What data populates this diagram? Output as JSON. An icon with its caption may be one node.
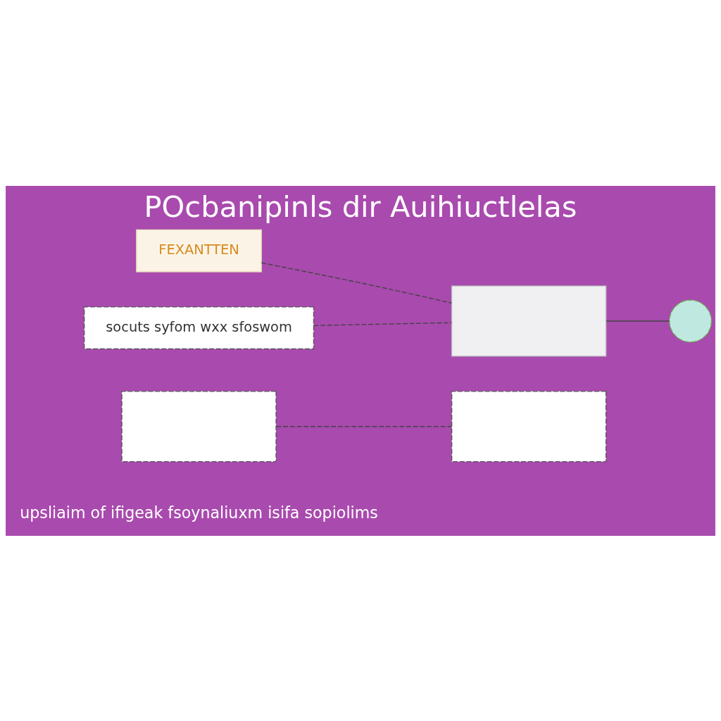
{
  "diagram": {
    "title": "POcbanipinls dir Auihiuctlelas",
    "nodes": [
      {
        "text": [],
        "shape": "box"
      },
      {
        "text": [],
        "shape": "box"
      },
      {
        "text": [
          "FEXANTTEN"
        ]
      },
      {
        "text": [
          "socuts syfom wxx sfoswom"
        ]
      },
      {
        "text": [],
        "shape": "box"
      },
      {
        "text": [],
        "shape": "circle"
      }
    ],
    "edges": [
      {
        "from": 0,
        "to": 1,
        "arrow": "none",
        "style": "dashed"
      },
      {
        "from": 2,
        "to": 4,
        "arrow": "none",
        "style": "dashed"
      },
      {
        "from": 3,
        "to": 4,
        "arrow": "none",
        "style": "dashed"
      },
      {
        "from": 4,
        "to": 5,
        "arrow": "none"
      }
    ],
    "labels": [
      "upsliaim of ifigeak fsoynaliuxm isifa sopiolims"
    ]
  }
}
